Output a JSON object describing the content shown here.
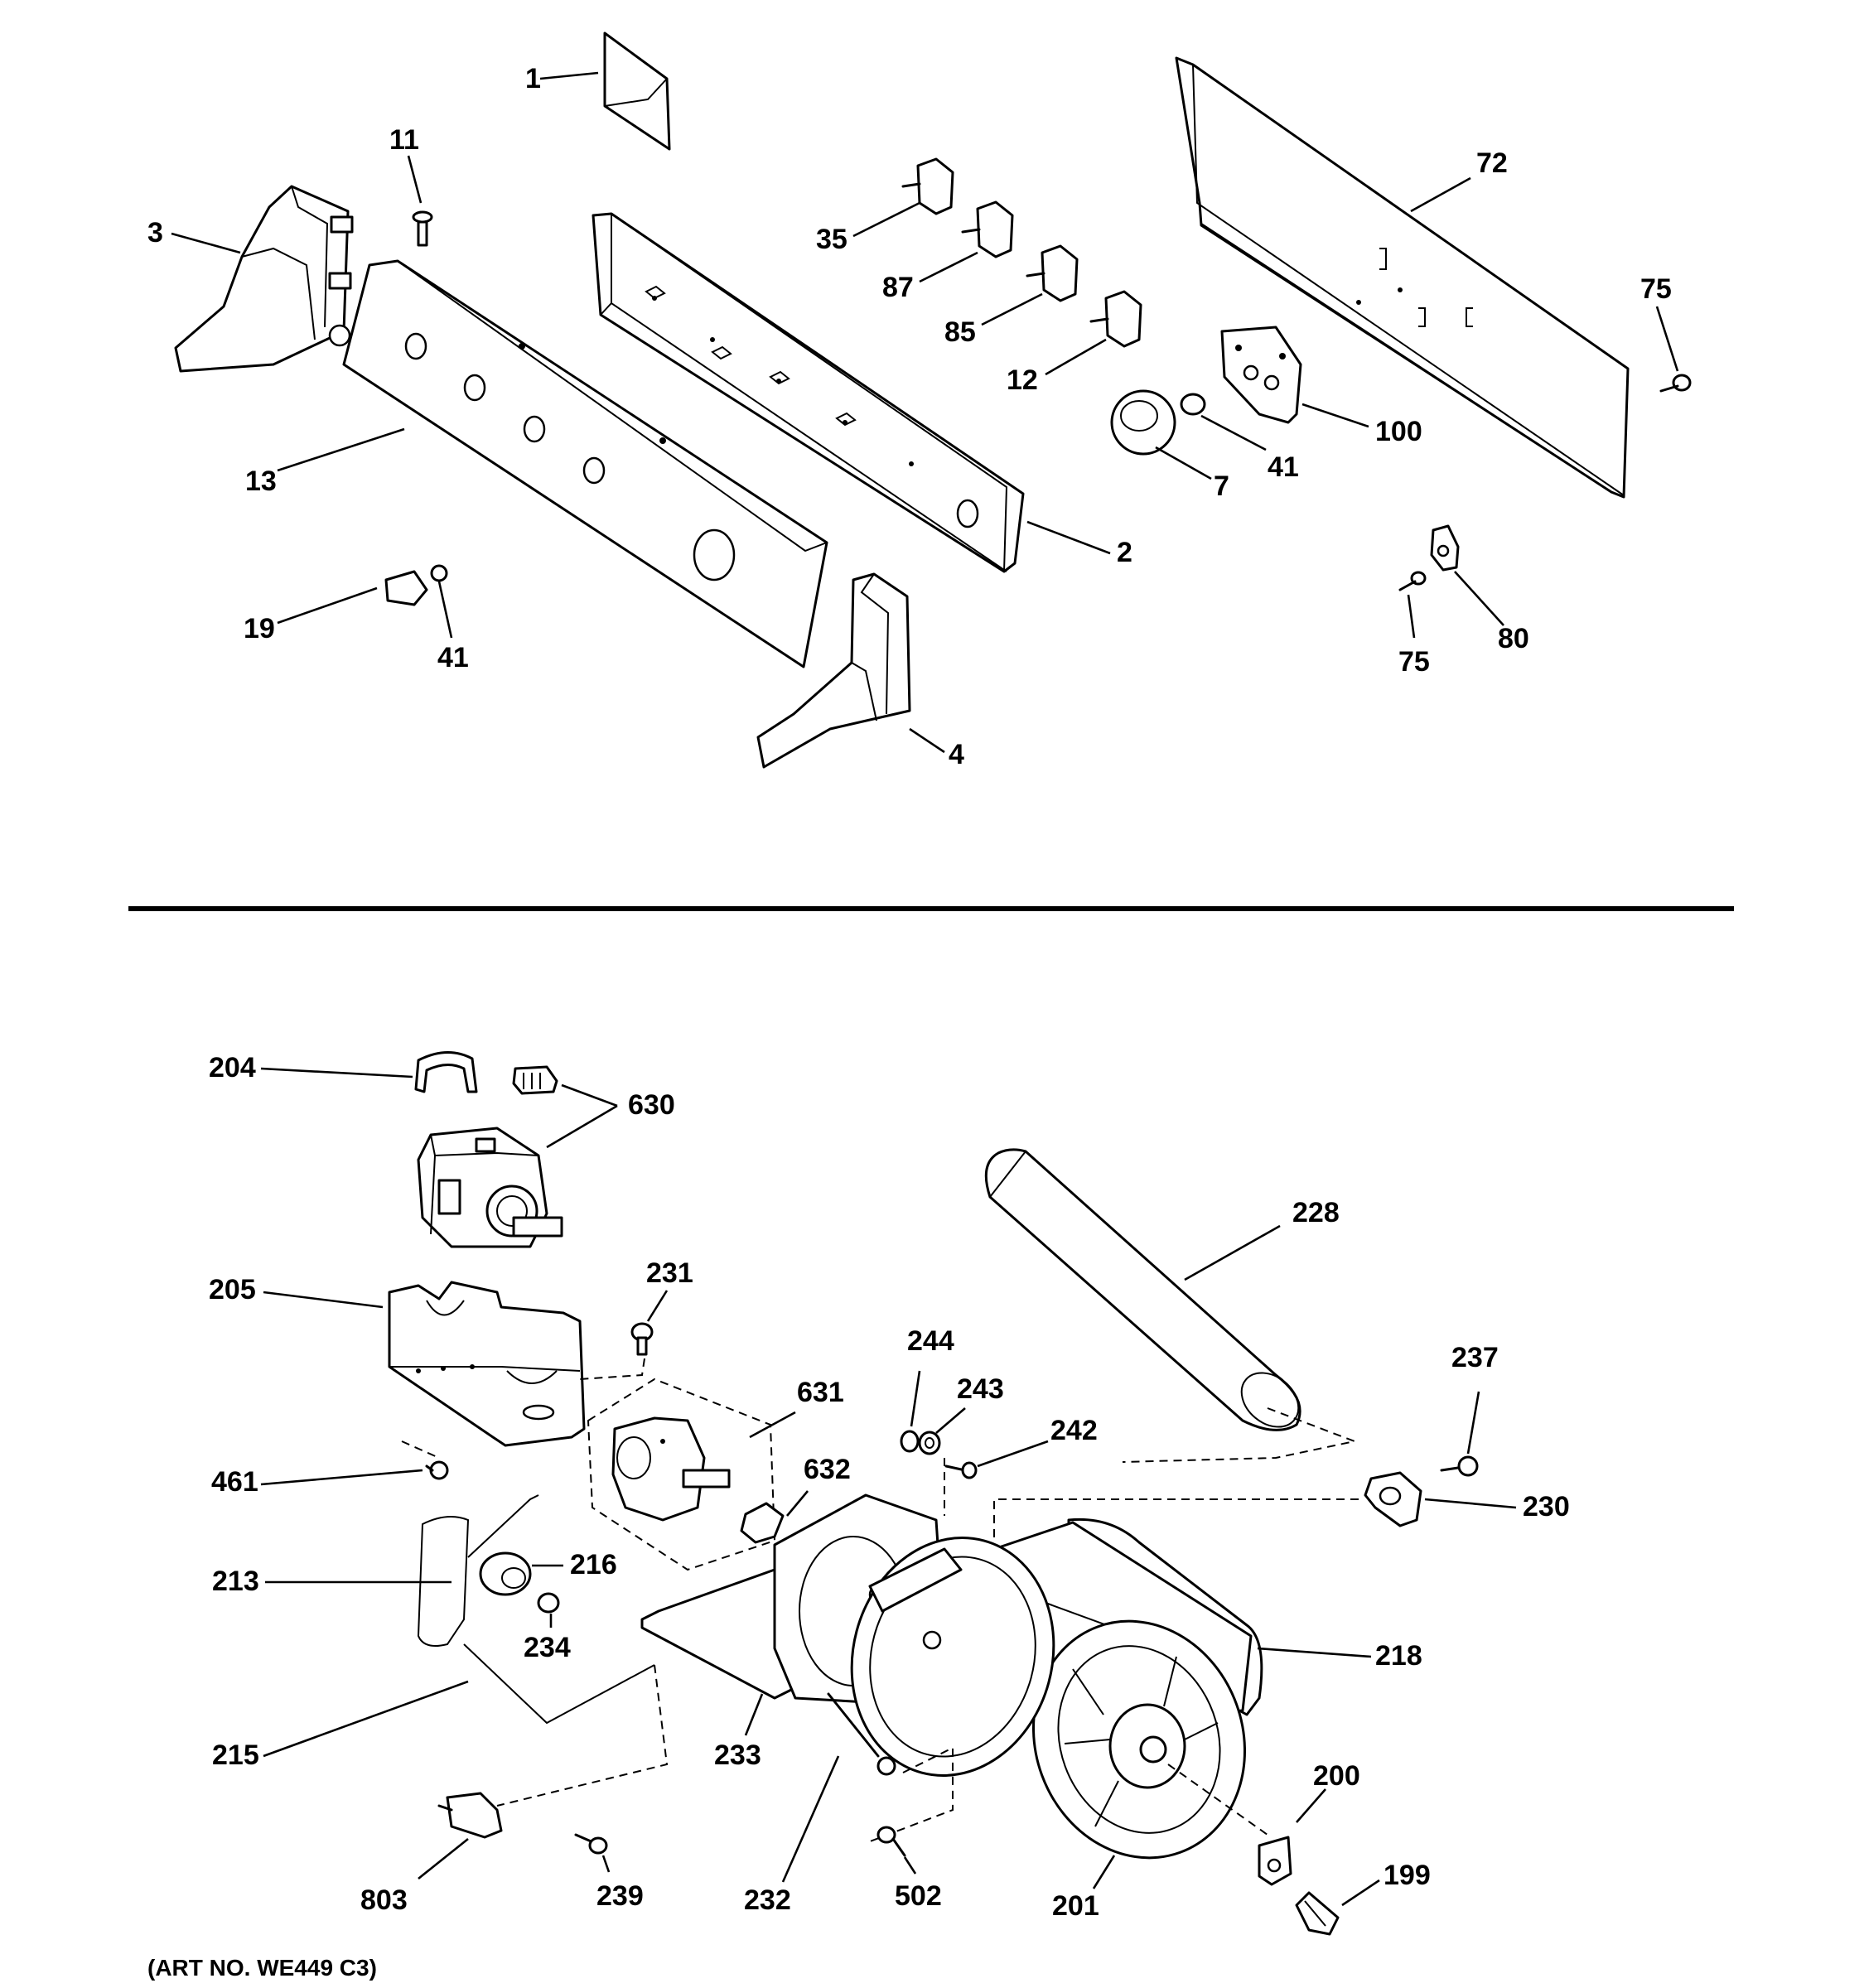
{
  "diagram": {
    "art_number": "(ART NO. WE449 C3)",
    "colors": {
      "line": "#000000",
      "background": "#ffffff"
    },
    "top_section": {
      "labels": {
        "p1": "1",
        "p11": "11",
        "p3": "3",
        "p13": "13",
        "p19": "19",
        "p41a": "41",
        "p2": "2",
        "p4": "4",
        "p35": "35",
        "p87": "87",
        "p85": "85",
        "p12": "12",
        "p7": "7",
        "p41b": "41",
        "p100": "100",
        "p72": "72",
        "p75a": "75",
        "p75b": "75",
        "p80": "80"
      }
    },
    "bottom_section": {
      "labels": {
        "p204": "204",
        "p630": "630",
        "p205": "205",
        "p231": "231",
        "p461": "461",
        "p213": "213",
        "p215": "215",
        "p216": "216",
        "p234": "234",
        "p631": "631",
        "p632": "632",
        "p244": "244",
        "p243": "243",
        "p242": "242",
        "p228": "228",
        "p237": "237",
        "p230": "230",
        "p218": "218",
        "p233": "233",
        "p232": "232",
        "p200": "200",
        "p199": "199",
        "p201": "201",
        "p502": "502",
        "p803": "803",
        "p239": "239"
      }
    }
  }
}
